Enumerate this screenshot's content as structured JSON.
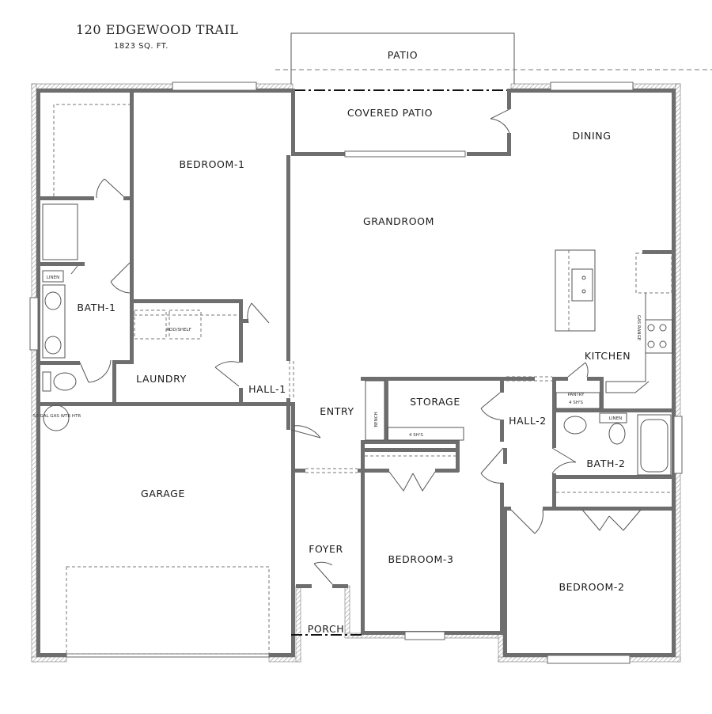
{
  "header": {
    "title": "120 EDGEWOOD TRAIL",
    "area": "1823 SQ. FT."
  },
  "rooms": {
    "patio": "PATIO",
    "covered_patio": "COVERED PATIO",
    "dining": "DINING",
    "bedroom1": "BEDROOM-1",
    "grandroom": "GRANDROOM",
    "bath1": "BATH-1",
    "laundry": "LAUNDRY",
    "hall1": "HALL-1",
    "entry": "ENTRY",
    "kitchen": "KITCHEN",
    "storage": "STORAGE",
    "hall2": "HALL-2",
    "bath2": "BATH-2",
    "garage": "GARAGE",
    "foyer": "FOYER",
    "bedroom3": "BEDROOM-3",
    "bedroom2": "BEDROOM-2",
    "porch": "PORCH"
  },
  "fixtures": {
    "linen1": "LINEN",
    "linen2": "LINEN",
    "rod_shelf": "ROD/SHELF",
    "bench": "BENCH",
    "storage_shelves": "4 SH'S",
    "pantry": "PANTRY",
    "pantry_shelves": "4 SH'S",
    "gas_range": "GAS RANGE",
    "water_heater": "50 GAL GAS WTR HTR"
  },
  "colors": {
    "wall": "#6e6e6e",
    "line": "#555555",
    "background": "#ffffff"
  }
}
